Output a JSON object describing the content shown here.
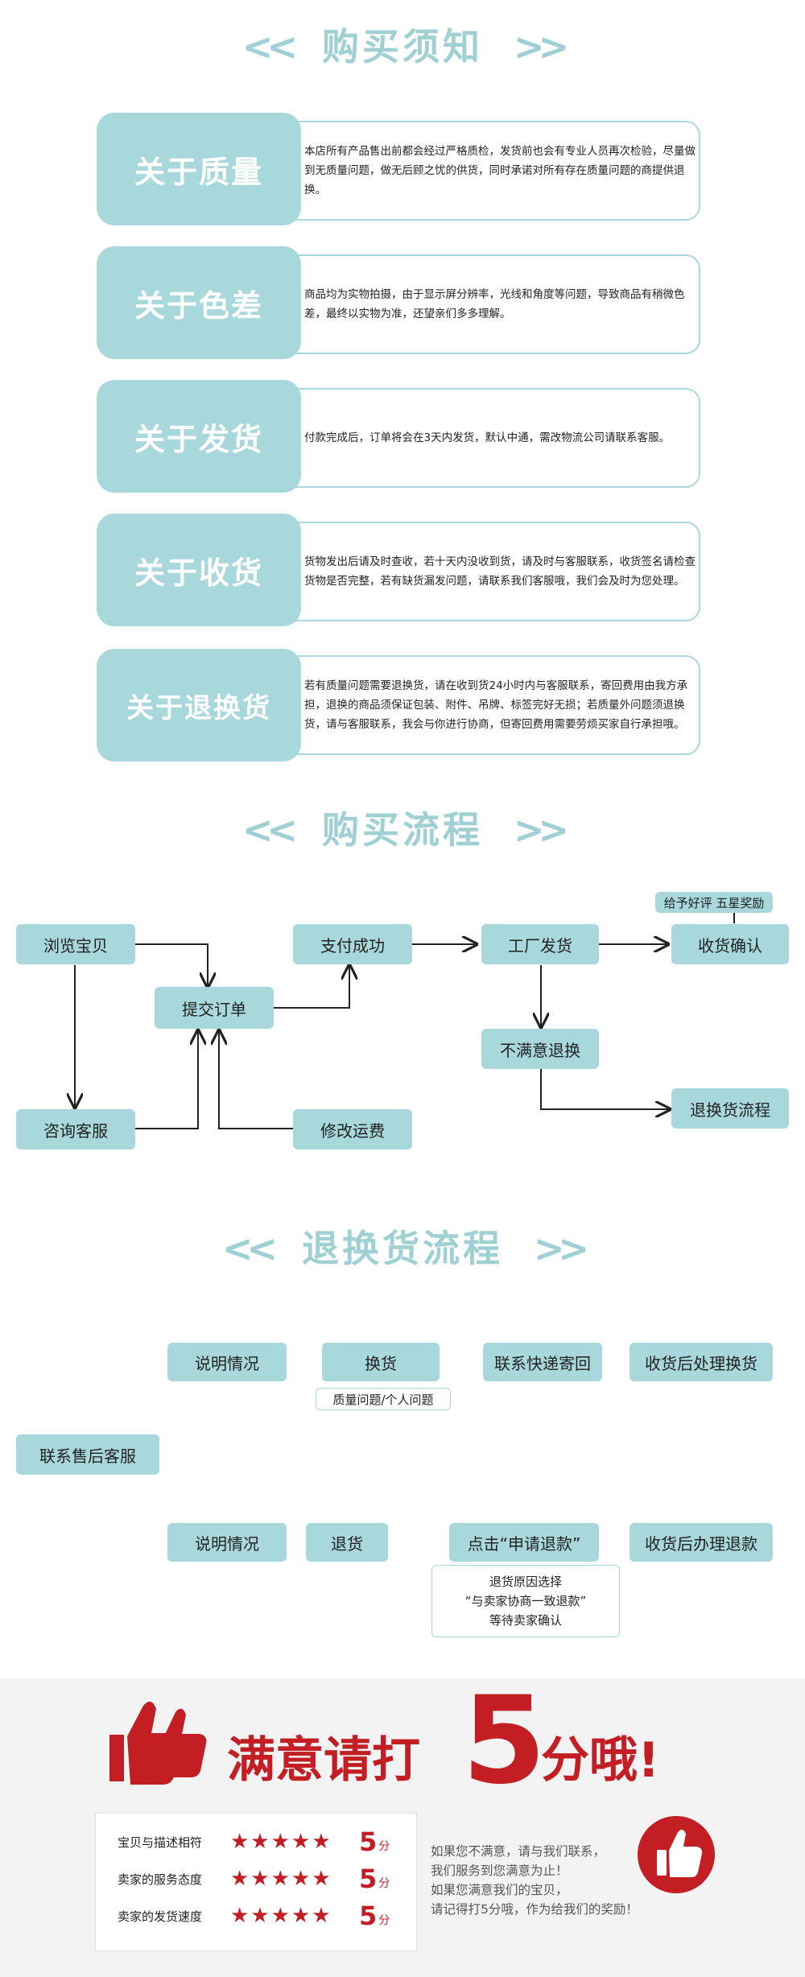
{
  "sections": {
    "notice_title": "购买须知",
    "flow_title": "购买流程",
    "return_title": "退换货流程",
    "chevron_left": "<<",
    "chevron_right": ">>"
  },
  "notices": [
    {
      "title": "关于质量",
      "text": "本店所有产品售出前都会经过严格质检，发货前也会有专业人员再次检验，尽量做到无质量问题，做无后顾之忧的供货，同时承诺对所有存在质量问题的商提供退换。"
    },
    {
      "title": "关于色差",
      "text": "商品均为实物拍摄，由于显示屏分辨率，光线和角度等问题，导致商品有稍微色差，最终以实物为准，还望亲们多多理解。"
    },
    {
      "title": "关于发货",
      "text": "付款完成后，订单将会在3天内发货，默认中通，需改物流公司请联系客服。"
    },
    {
      "title": "关于收货",
      "text": "货物发出后请及时查收，若十天内没收到货，请及时与客服联系，收货签名请检查货物是否完整，若有缺货漏发问题，请联系我们客服哦，我们会及时为您处理。"
    },
    {
      "title": "关于退换货",
      "text": "若有质量问题需要退换货，请在收到货24小时内与客服联系，寄回费用由我方承担，退换的商品须保证包装、附件、吊牌、标签完好无损；若质量外问题须退换货，请与客服联系，我会与你进行协商，但寄回费用需要劳烦买家自行承担哦。"
    }
  ],
  "purchase_flow": {
    "browse": "浏览宝贝",
    "consult": "咨询客服",
    "submit": "提交订单",
    "modify": "修改运费",
    "pay": "支付成功",
    "ship": "工厂发货",
    "receive": "收货确认",
    "review": "给予好评 五星奖励",
    "unsatisfied": "不满意退换",
    "return_flow": "退换货流程"
  },
  "return_flow": {
    "contact": "联系售后客服",
    "explain_top": "说明情况",
    "exchange": "换货",
    "exchange_reason": "质量问题/个人问题",
    "courier": "联系快递寄回",
    "after_exchange": "收货后处理换货",
    "explain_bottom": "说明情况",
    "refund": "退货",
    "apply": "点击“申请退款”",
    "apply_note_1": "退货原因选择",
    "apply_note_2": "“与卖家协商一致退款”",
    "apply_note_3": "等待卖家确认",
    "after_refund": "收货后办理退款"
  },
  "rating": {
    "slogan_a": "满意请打",
    "slogan_num": "5",
    "slogan_b": "分哦!",
    "rows": [
      {
        "label": "宝贝与描述相符",
        "stars": "★★★★★",
        "score": "5",
        "unit": "分"
      },
      {
        "label": "卖家的服务态度",
        "stars": "★★★★★",
        "score": "5",
        "unit": "分"
      },
      {
        "label": "卖家的发货速度",
        "stars": "★★★★★",
        "score": "5",
        "unit": "分"
      }
    ],
    "promo": [
      "如果您不满意，请与我们联系，",
      "我们服务到您满意为止！",
      "如果您满意我们的宝贝，",
      "请记得打5分哦，作为给我们的奖励！"
    ]
  },
  "colors": {
    "accent": "#a8d8db",
    "title": "#9fd0d4",
    "brand_red": "#c21e24"
  },
  "icons": [
    "thumbs-up-icon",
    "thumbs-up-circle-icon",
    "chevron-left-icon",
    "chevron-right-icon"
  ]
}
